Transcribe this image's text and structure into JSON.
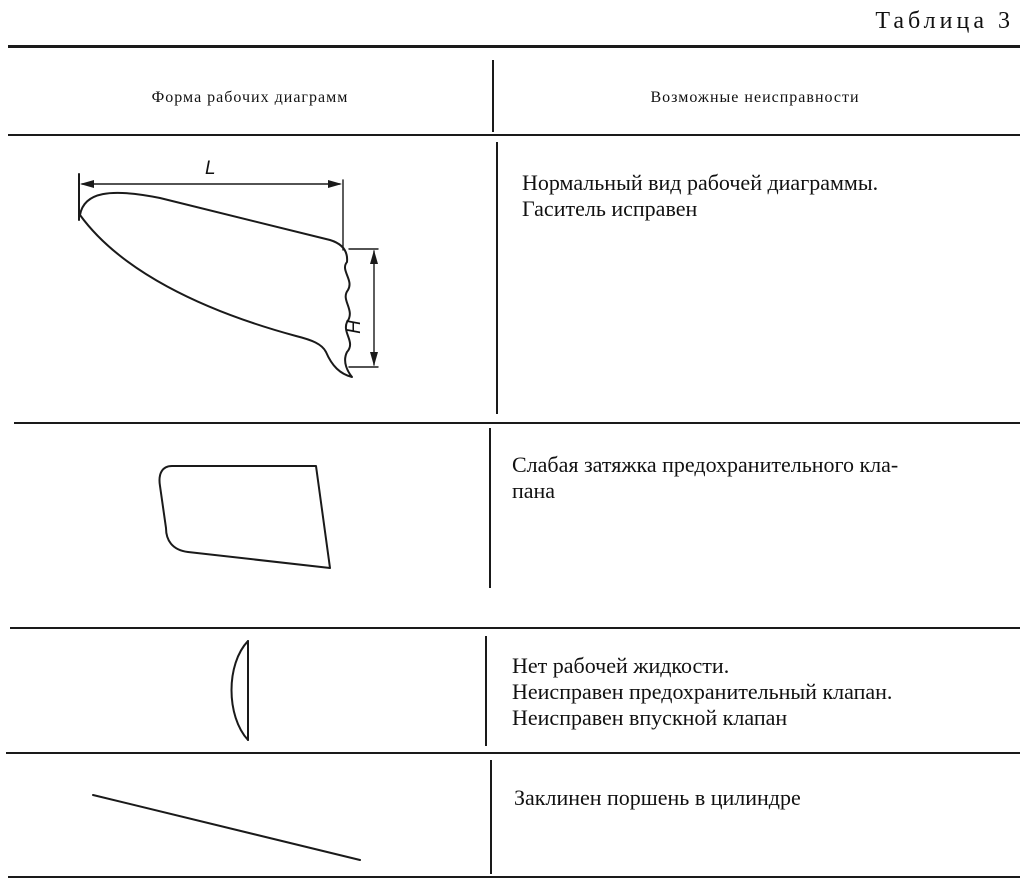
{
  "table": {
    "caption": "Таблица 3",
    "headers": {
      "diagram": "Форма рабочих диаграмм",
      "fault": "Возможные неисправности"
    },
    "rows": [
      {
        "description": "Нормальный вид рабочей диаграммы.\nГаситель исправен"
      },
      {
        "description": "Слабая затяжка предохранительного кла-\nпана"
      },
      {
        "description": "Нет рабочей жидкости.\nНеисправен предохранительный клапан.\nНеисправен впускной клапан"
      },
      {
        "description": "Заклинен поршень в цилиндре"
      }
    ],
    "figure_labels": {
      "length": "L",
      "height": "H"
    }
  }
}
